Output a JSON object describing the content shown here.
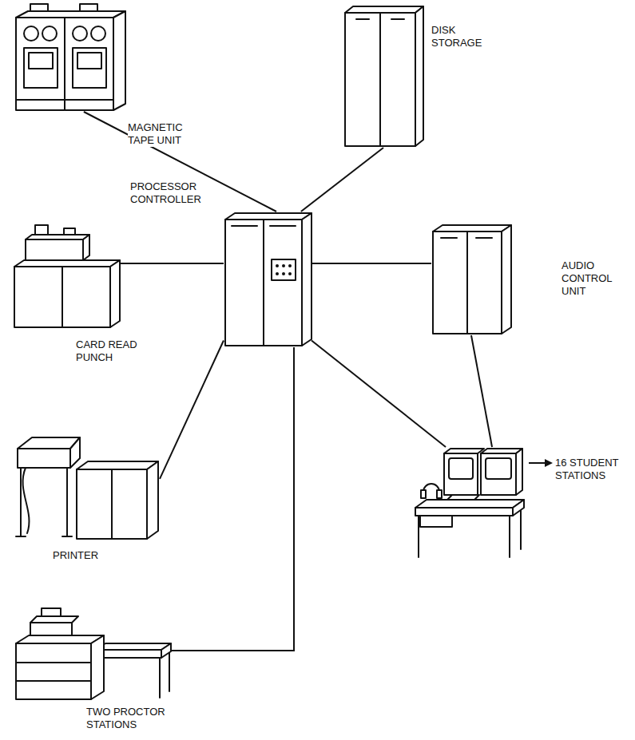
{
  "diagram": {
    "nodes": [
      {
        "text": [
          "MAGNETIC TAPE UNIT"
        ]
      },
      {
        "text": [
          "DISK STORAGE"
        ]
      },
      {
        "text": [
          "PROCESSOR CONTROLLER"
        ]
      },
      {
        "text": [
          "CARD READ PUNCH"
        ]
      },
      {
        "text": [
          "AUDIO CONTROL UNIT"
        ]
      },
      {
        "text": [
          "PRINTER"
        ]
      },
      {
        "text": [
          "16 STUDENT STATIONS"
        ]
      },
      {
        "text": [
          "TWO PROCTOR STATIONS"
        ]
      }
    ],
    "edges": [
      {
        "from": 2,
        "to": 0,
        "arrow": "none"
      },
      {
        "from": 2,
        "to": 1,
        "arrow": "none"
      },
      {
        "from": 2,
        "to": 3,
        "arrow": "none"
      },
      {
        "from": 2,
        "to": 4,
        "arrow": "none"
      },
      {
        "from": 2,
        "to": 5,
        "arrow": "none"
      },
      {
        "from": 2,
        "to": 6,
        "arrow": "none"
      },
      {
        "from": 2,
        "to": 7,
        "arrow": "none"
      },
      {
        "from": 4,
        "to": 6,
        "arrow": "none"
      }
    ]
  }
}
